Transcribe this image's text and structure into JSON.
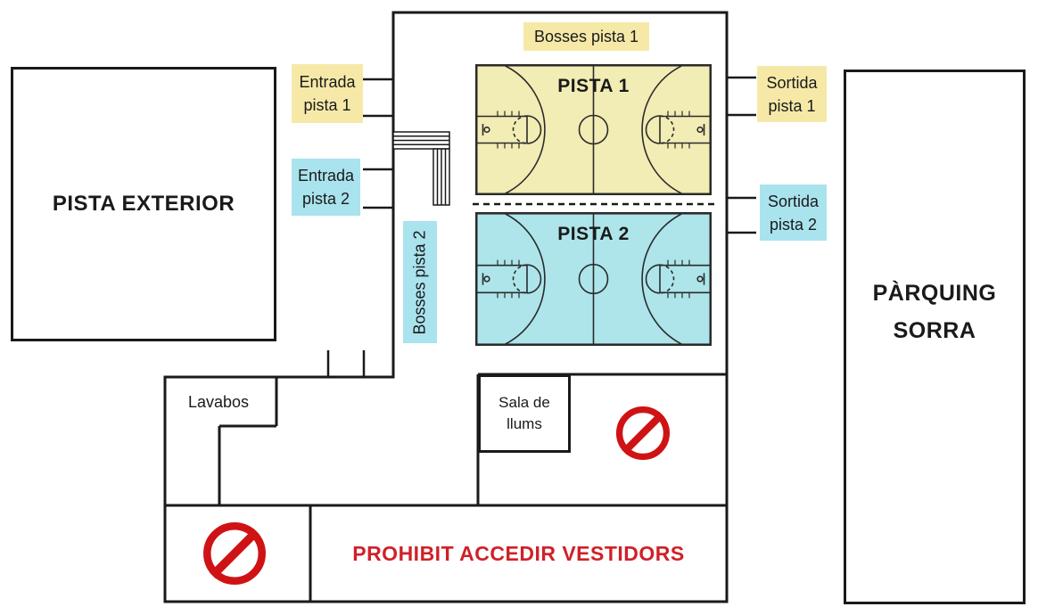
{
  "colors": {
    "wall": "#1A1A1A",
    "label_yellow": "#F6E9A8",
    "label_cyan": "#A9E3EE",
    "no_entry_red": "#CF1315",
    "prohibit_red": "#D02027"
  },
  "outdoor_areas": {
    "pista_exterior": {
      "label": "PISTA EXTERIOR"
    },
    "parquing": {
      "label": "PÀRQUING\nSORRA"
    }
  },
  "building": {
    "courts": [
      {
        "label": "PISTA 1",
        "fill": "#F2ECB5"
      },
      {
        "label": "PISTA 2",
        "fill": "#ADE5EA"
      }
    ],
    "rooms": {
      "lavabos": {
        "label": "Lavabos"
      },
      "sala_llums": {
        "label": "Sala de\nllums"
      }
    },
    "prohibit_banner": {
      "label": "PROHIBIT ACCEDIR VESTIDORS"
    }
  },
  "door_labels": {
    "entrada1": {
      "label": "Entrada\npista 1",
      "color": "#F6E9A8"
    },
    "entrada2": {
      "label": "Entrada\npista 2",
      "color": "#A9E3EE"
    },
    "sortida1": {
      "label": "Sortida\npista 1",
      "color": "#F6E9A8"
    },
    "sortida2": {
      "label": "Sortida\npista 2",
      "color": "#A9E3EE"
    },
    "bosses1": {
      "label": "Bosses pista 1",
      "color": "#F6E9A8"
    },
    "bosses2": {
      "label": "Bosses pista 2",
      "color": "#A9E3EE"
    }
  }
}
